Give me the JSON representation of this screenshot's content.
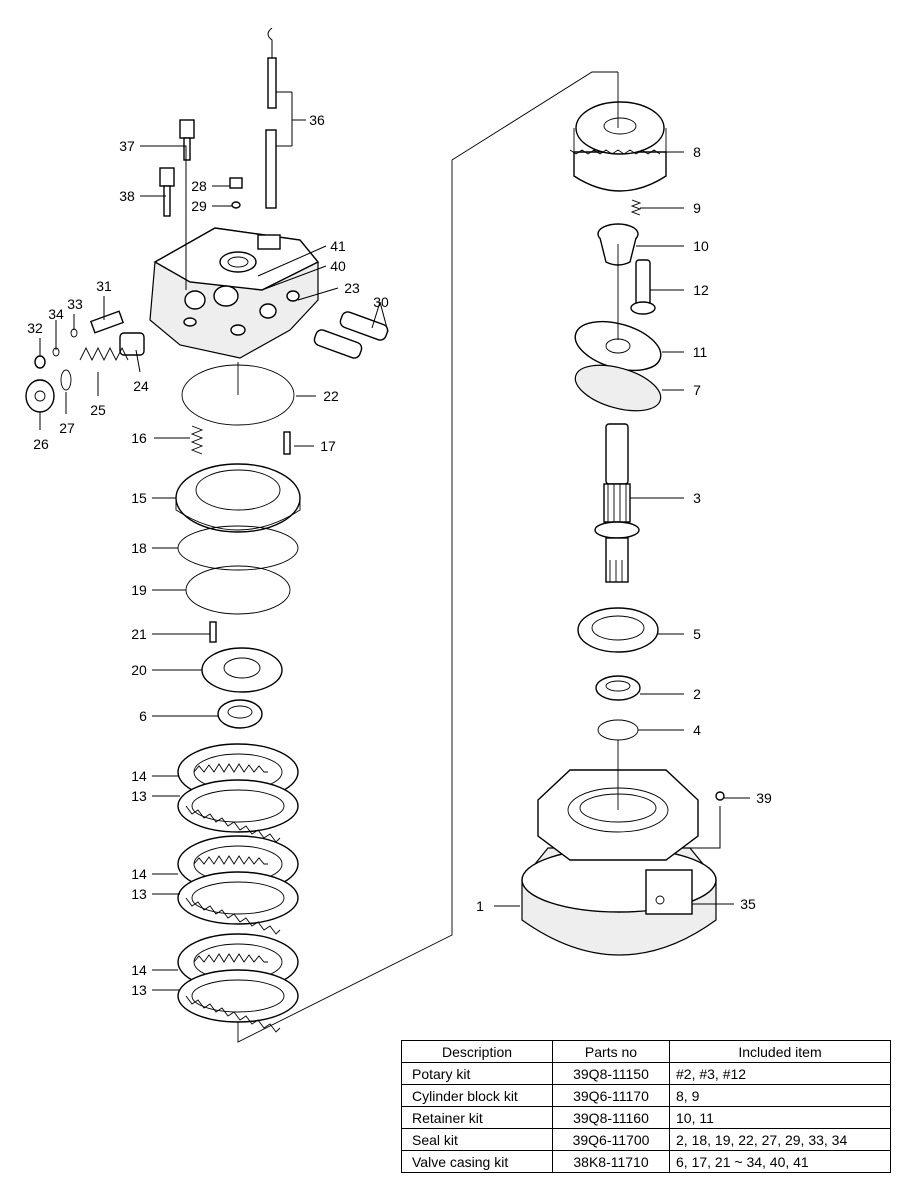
{
  "callouts": [
    "1",
    "2",
    "3",
    "4",
    "5",
    "6",
    "7",
    "8",
    "9",
    "10",
    "11",
    "12",
    "13",
    "14",
    "15",
    "16",
    "17",
    "18",
    "19",
    "20",
    "21",
    "22",
    "23",
    "24",
    "25",
    "26",
    "27",
    "28",
    "29",
    "30",
    "31",
    "32",
    "33",
    "34",
    "35",
    "36",
    "37",
    "38",
    "39",
    "40",
    "41"
  ],
  "table": {
    "headers": [
      "Description",
      "Parts no",
      "Included item"
    ],
    "rows": [
      [
        "Potary kit",
        "39Q8-11150",
        "#2, #3, #12"
      ],
      [
        "Cylinder block kit",
        "39Q6-11170",
        "8, 9"
      ],
      [
        "Retainer kit",
        "39Q8-11160",
        "10, 11"
      ],
      [
        "Seal kit",
        "39Q6-11700",
        "2, 18, 19, 22, 27, 29, 33, 34"
      ],
      [
        "Valve casing kit",
        "38K8-11710",
        "6, 17, 21 ~ 34, 40, 41"
      ]
    ]
  }
}
